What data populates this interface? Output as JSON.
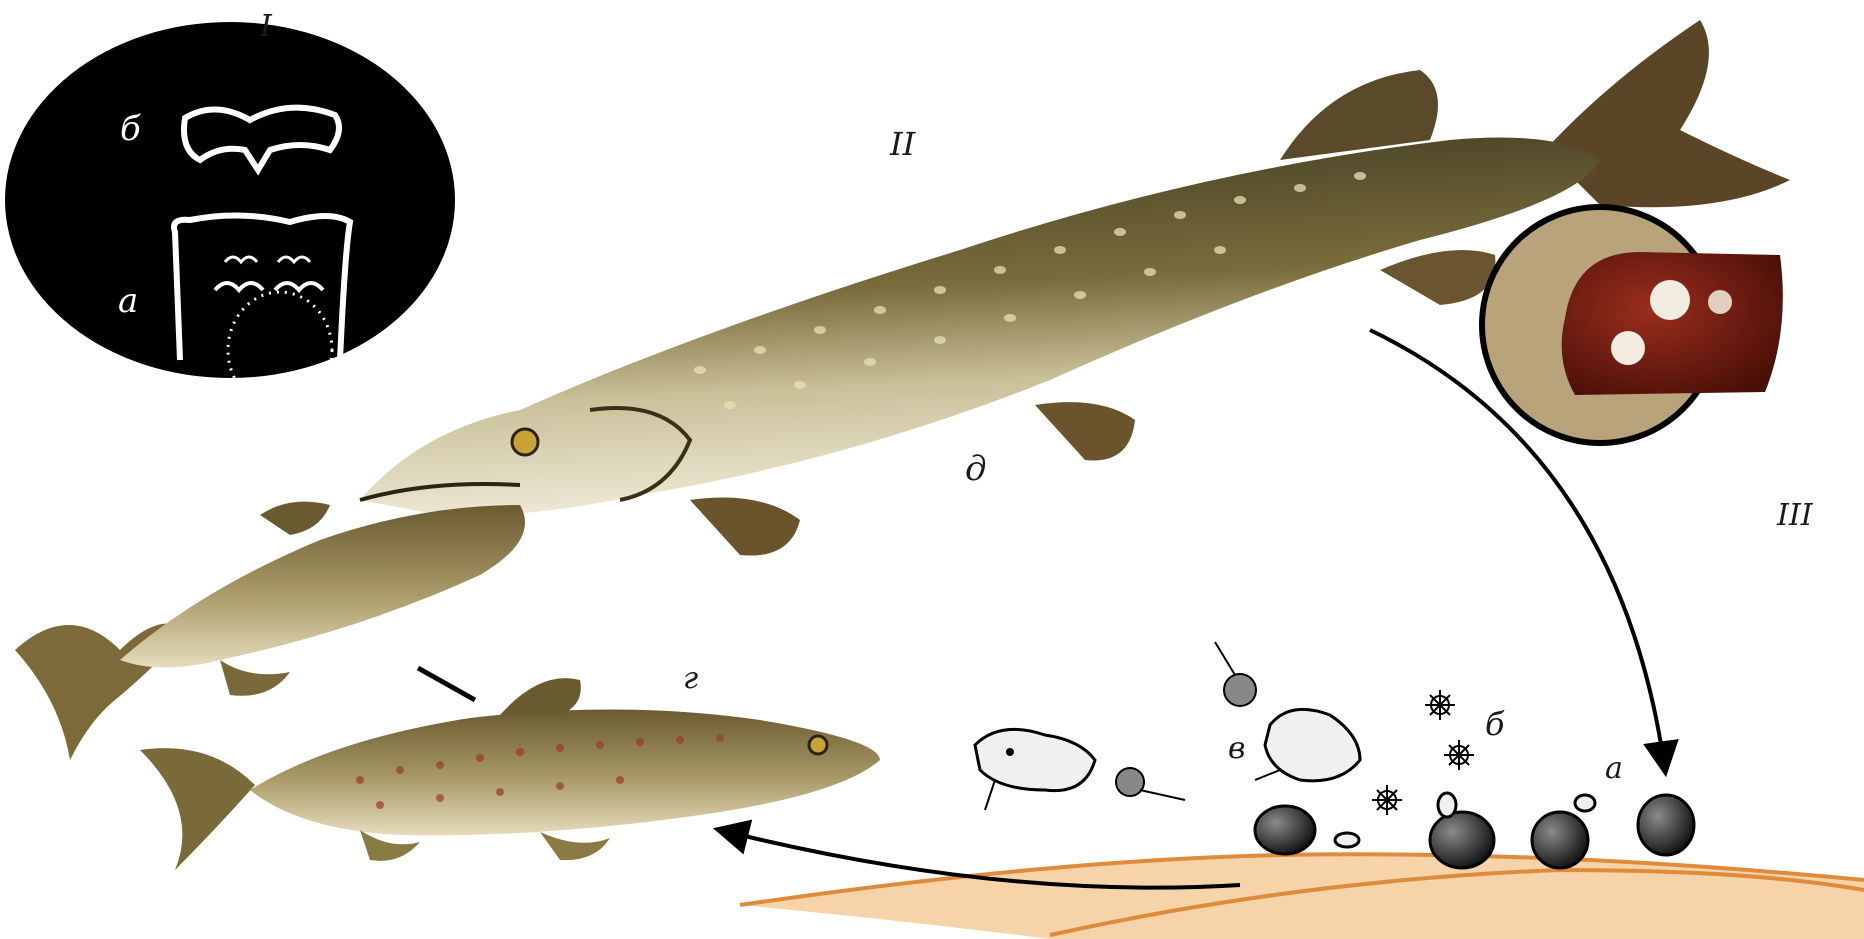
{
  "labels": {
    "roman_one": "I",
    "roman_two": "II",
    "roman_three": "III",
    "inset_b": "б",
    "inset_a": "а",
    "pike_d": "д",
    "trout_g": "г",
    "copepod_v": "в",
    "coracidium_b": "б",
    "egg_a": "а"
  },
  "colors": {
    "background": "#ffffff",
    "inset_black": "#000000",
    "sediment": "#e08a3c",
    "pike_back": "#4a4226",
    "pike_belly": "#e9e2c8",
    "trout_body": "#8a7a4a",
    "plerocercoid_red": "#7a1d10",
    "arrow": "#000000"
  }
}
